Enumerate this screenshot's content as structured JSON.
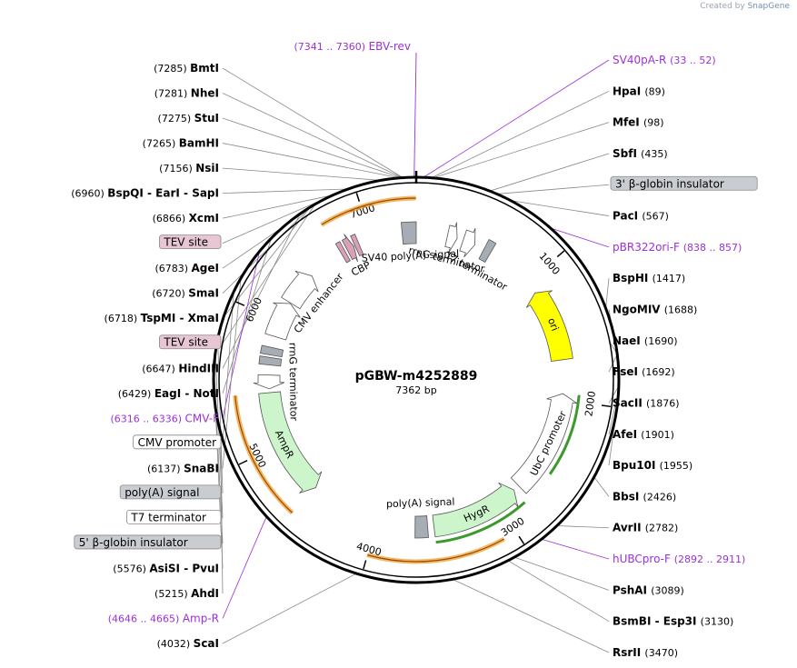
{
  "credit": {
    "prefix": "Created by",
    "brand": "SnapGene"
  },
  "plasmid": {
    "name": "pGBW-m4252889",
    "length_label": "7362 bp",
    "total_bp": 7362
  },
  "ticks": [
    "1000",
    "2000",
    "3000",
    "4000",
    "5000",
    "6000",
    "7000"
  ],
  "features": [
    {
      "name": "ori",
      "start": 1100,
      "end": 1680,
      "dir": -1,
      "color": "#ffff00",
      "label": "ori",
      "label_mode": "inside"
    },
    {
      "name": "UbC promoter",
      "start": 1950,
      "end": 2780,
      "dir": -1,
      "color": "#ffffff",
      "label": "UbC promoter",
      "label_mode": "inside"
    },
    {
      "name": "HygR",
      "start": 2830,
      "end": 3540,
      "dir": -1,
      "color": "#ccf5cc",
      "label": "HygR",
      "label_mode": "inside"
    },
    {
      "name": "poly(A) signal",
      "start": 3590,
      "end": 3690,
      "dir": 0,
      "color": "#a7adb4",
      "label": "poly(A) signal",
      "label_mode": "curve"
    },
    {
      "name": "AmpR",
      "start": 4560,
      "end": 5420,
      "dir": -1,
      "color": "#ccf5cc",
      "label": "AmpR",
      "label_mode": "inside"
    },
    {
      "name": "rrnG terminator 2",
      "start": 5450,
      "end": 5560,
      "dir": -1,
      "color": "#ffffff",
      "label": "rrnG terminator",
      "label_mode": "curve"
    },
    {
      "name": "T7 terminator 2",
      "start": 5640,
      "end": 5700,
      "dir": 0,
      "color": "#a7adb4",
      "label": "",
      "label_mode": "none"
    },
    {
      "name": "poly(A) signal 2",
      "start": 5720,
      "end": 5780,
      "dir": 0,
      "color": "#a7adb4",
      "label": "",
      "label_mode": "none"
    },
    {
      "name": "CMV promoter",
      "start": 5870,
      "end": 6160,
      "dir": 1,
      "color": "#ffffff",
      "label": "",
      "label_mode": "none"
    },
    {
      "name": "CMV enhancer",
      "start": 6165,
      "end": 6440,
      "dir": 1,
      "color": "#ffffff",
      "label": "CMV enhancer",
      "label_mode": "curve"
    },
    {
      "name": "CBP",
      "start": 6790,
      "end": 6850,
      "dir": 1,
      "color": "#d9a0b8",
      "label": "CBP",
      "label_mode": "curve"
    },
    {
      "name": "TEV site",
      "start": 6735,
      "end": 6770,
      "dir": 0,
      "color": "#d9a0b8",
      "label": "",
      "label_mode": "none"
    },
    {
      "name": "TEV site 2",
      "start": 6860,
      "end": 6895,
      "dir": 0,
      "color": "#d9a0b8",
      "label": "",
      "label_mode": "none"
    },
    {
      "name": "SV40 poly(A) signal",
      "start": 7250,
      "end": 7362,
      "dir": 0,
      "color": "#a7adb4",
      "label": "SV40 poly(A) signal",
      "label_mode": "curve"
    },
    {
      "name": "rrnG terminator",
      "start": 250,
      "end": 330,
      "dir": 1,
      "color": "#ffffff",
      "label": "rrnG terminator",
      "label_mode": "curve"
    },
    {
      "name": "rrnG terminator b",
      "start": 380,
      "end": 480,
      "dir": 1,
      "color": "#ffffff",
      "label": "",
      "label_mode": "none"
    },
    {
      "name": "T7 terminator",
      "start": 560,
      "end": 620,
      "dir": 0,
      "color": "#a7adb4",
      "label": "T7 terminator",
      "label_mode": "curve"
    }
  ],
  "orange_arcs": [
    {
      "start": 6720,
      "end": 7360
    },
    {
      "start": 4560,
      "end": 5420
    },
    {
      "start": 3090,
      "end": 4000
    }
  ],
  "green_arcs": [
    {
      "start": 2830,
      "end": 3540
    },
    {
      "start": 1950,
      "end": 2560
    }
  ],
  "left_labels": [
    {
      "text": "(7285)",
      "name": "BmtI",
      "pos": 7285
    },
    {
      "text": "(7281)",
      "name": "NheI",
      "pos": 7281
    },
    {
      "text": "(7275)",
      "name": "StuI",
      "pos": 7275
    },
    {
      "text": "(7265)",
      "name": "BamHI",
      "pos": 7265
    },
    {
      "text": "(7156)",
      "name": "NsiI",
      "pos": 7156
    },
    {
      "text": "(6960)",
      "name": "BspQI - EarI - SapI",
      "pos": 6960
    },
    {
      "text": "(6866)",
      "name": "XcmI",
      "pos": 6866
    },
    {
      "text": "",
      "name": "TEV site",
      "pos": 6880,
      "box": "pink"
    },
    {
      "text": "(6783)",
      "name": "AgeI",
      "pos": 6783
    },
    {
      "text": "(6720)",
      "name": "SmaI",
      "pos": 6720
    },
    {
      "text": "(6718)",
      "name": "TspMI - XmaI",
      "pos": 6718
    },
    {
      "text": "",
      "name": "TEV site",
      "pos": 6750,
      "box": "pink"
    },
    {
      "text": "(6647)",
      "name": "HindIII",
      "pos": 6647
    },
    {
      "text": "(6429)",
      "name": "EagI - NotI",
      "pos": 6429
    },
    {
      "text": "(6316 .. 6336)",
      "name": "CMV-F",
      "pos": 6326,
      "primer": true
    },
    {
      "text": "",
      "name": "CMV promoter",
      "pos": 6050,
      "box": "white"
    },
    {
      "text": "(6137)",
      "name": "SnaBI",
      "pos": 6137
    },
    {
      "text": "",
      "name": "poly(A) signal",
      "pos": 5760,
      "box": "gray"
    },
    {
      "text": "",
      "name": "T7 terminator",
      "pos": 5680,
      "box": "white"
    },
    {
      "text": "",
      "name": "5' β-globin insulator",
      "pos": 5600,
      "box": "gray"
    },
    {
      "text": "(5576)",
      "name": "AsiSI - PvuI",
      "pos": 5576
    },
    {
      "text": "(5215)",
      "name": "AhdI",
      "pos": 5215
    },
    {
      "text": "(4646 .. 4665)",
      "name": "Amp-R",
      "pos": 4655,
      "primer": true
    },
    {
      "text": "(4032)",
      "name": "ScaI",
      "pos": 4032
    }
  ],
  "right_labels": [
    {
      "text": "(33 .. 52)",
      "name": "SV40pA-R",
      "pos": 42,
      "primer": true
    },
    {
      "text": "(89)",
      "name": "HpaI",
      "pos": 89
    },
    {
      "text": "(98)",
      "name": "MfeI",
      "pos": 98
    },
    {
      "text": "(435)",
      "name": "SbfI",
      "pos": 435
    },
    {
      "text": "",
      "name": "3' β-globin insulator",
      "pos": 480,
      "box": "gray"
    },
    {
      "text": "(567)",
      "name": "PacI",
      "pos": 567
    },
    {
      "text": "(838 .. 857)",
      "name": "pBR322ori-F",
      "pos": 848,
      "primer": true
    },
    {
      "text": "(1417)",
      "name": "BspHI",
      "pos": 1417
    },
    {
      "text": "(1688)",
      "name": "NgoMIV",
      "pos": 1688
    },
    {
      "text": "(1690)",
      "name": "NaeI",
      "pos": 1690
    },
    {
      "text": "(1692)",
      "name": "FseI",
      "pos": 1692
    },
    {
      "text": "(1876)",
      "name": "SacII",
      "pos": 1876
    },
    {
      "text": "(1901)",
      "name": "AfeI",
      "pos": 1901
    },
    {
      "text": "(1955)",
      "name": "Bpu10I",
      "pos": 1955
    },
    {
      "text": "(2426)",
      "name": "BbsI",
      "pos": 2426
    },
    {
      "text": "(2782)",
      "name": "AvrII",
      "pos": 2782
    },
    {
      "text": "(2892 .. 2911)",
      "name": "hUBCpro-F",
      "pos": 2900,
      "primer": true
    },
    {
      "text": "(3089)",
      "name": "PshAI",
      "pos": 3089
    },
    {
      "text": "(3130)",
      "name": "BsmBI - Esp3I",
      "pos": 3130
    },
    {
      "text": "(3470)",
      "name": "RsrII",
      "pos": 3470
    }
  ],
  "top_label": {
    "text": "(7341 .. 7360)",
    "name": "EBV-rev",
    "pos": 7350,
    "primer": true
  },
  "colors": {
    "primer": "#9b30d9",
    "backbone": "#000000",
    "orange": "#f0a030"
  }
}
